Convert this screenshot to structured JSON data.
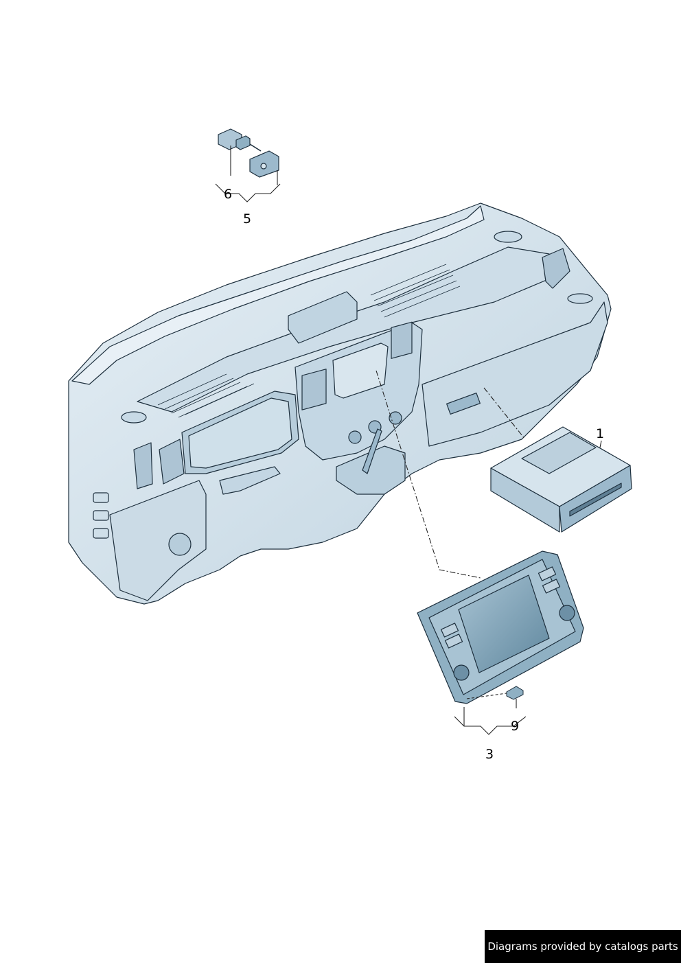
{
  "callouts": {
    "c1": "1",
    "c3": "3",
    "c5": "5",
    "c6": "6",
    "c9": "9"
  },
  "footer": {
    "credit_text": "Diagrams provided by catalogs parts"
  },
  "colors": {
    "fill_light": "#dbe7ef",
    "fill_mid": "#c2d6e3",
    "fill_dark": "#9cb9cc",
    "screen": "#7fa3b8",
    "line": "#1d2f3d",
    "leader": "#222222",
    "credit_bg": "#000000"
  }
}
